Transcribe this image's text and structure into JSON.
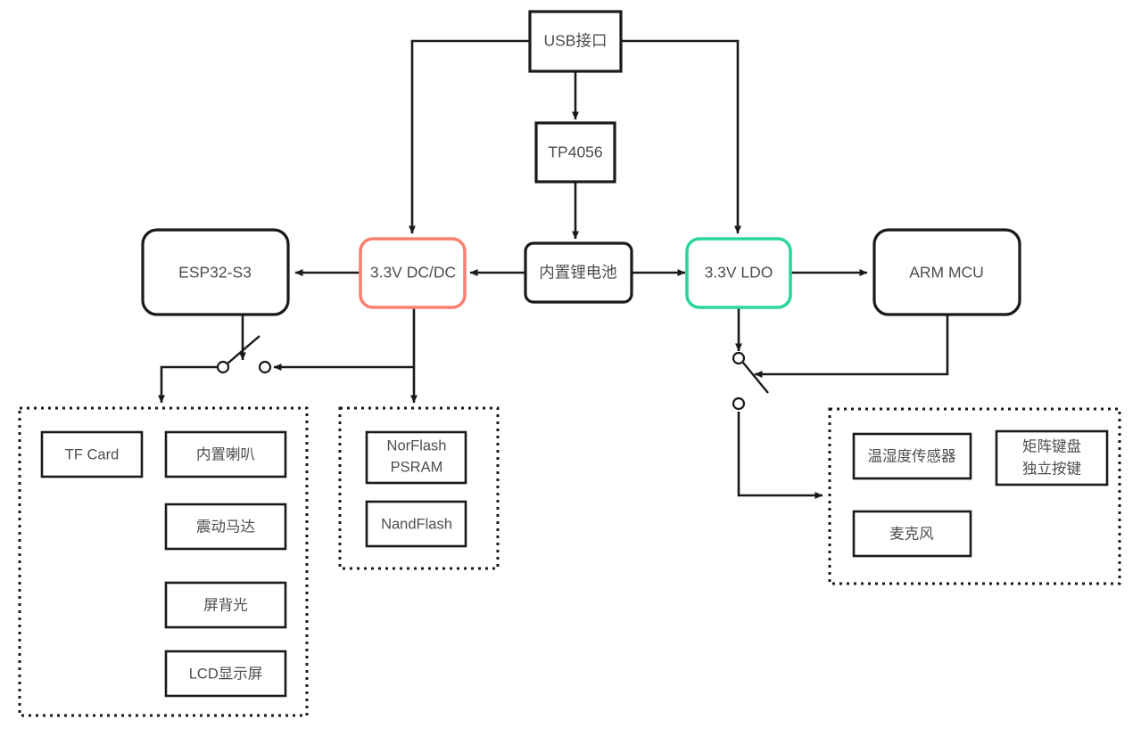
{
  "diagram": {
    "title": "Embedded system power and peripheral block diagram",
    "colors": {
      "accent_red": "#fa8072",
      "accent_green": "#2bd4a0",
      "line": "#1a1a1a",
      "text": "#4d4d4d",
      "background": "#ffffff"
    },
    "nodes": {
      "usb": {
        "label": "USB接口"
      },
      "tp4056": {
        "label": "TP4056"
      },
      "battery": {
        "label": "内置锂电池"
      },
      "dcdc": {
        "label": "3.3V DC/DC"
      },
      "ldo": {
        "label": "3.3V LDO"
      },
      "esp32": {
        "label": "ESP32-S3"
      },
      "arm_mcu": {
        "label": "ARM MCU"
      }
    },
    "groups": {
      "esp_peripherals": {
        "items": [
          {
            "label": "TF Card"
          },
          {
            "label": "内置喇叭"
          },
          {
            "label": "震动马达"
          },
          {
            "label": "屏背光"
          },
          {
            "label": "LCD显示屏"
          }
        ]
      },
      "memory": {
        "items": [
          {
            "line1": "NorFlash",
            "line2": "PSRAM"
          },
          {
            "line1": "NandFlash",
            "line2": ""
          }
        ]
      },
      "mcu_peripherals": {
        "items": [
          {
            "line1": "温湿度传感器",
            "line2": ""
          },
          {
            "line1": "麦克风",
            "line2": ""
          },
          {
            "line1": "矩阵键盘",
            "line2": "独立按键"
          }
        ]
      }
    },
    "switches": {
      "esp_switch": {
        "name": "power-switch-esp"
      },
      "mcu_switch": {
        "name": "power-switch-mcu"
      }
    }
  }
}
